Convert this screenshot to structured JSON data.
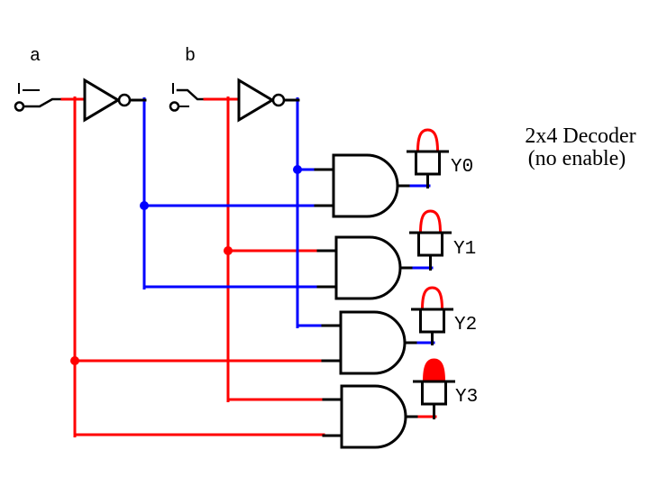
{
  "title": {
    "line1": "2x4 Decoder",
    "line2": "(no enable)"
  },
  "colors": {
    "logic_high": "#ff0000",
    "logic_low": "#0000ff",
    "outline": "#000000",
    "background": "#ffffff",
    "led_on": "#ff0000",
    "led_off": "#ffffff"
  },
  "inputs": [
    {
      "label": "a",
      "state": "1",
      "wire_color": "#ff0000"
    },
    {
      "label": "b",
      "state": "1",
      "wire_color": "#ff0000"
    }
  ],
  "outputs": [
    {
      "label": "Y0",
      "state": "0",
      "led": "off",
      "led_fill": "#ffffff",
      "wire_color": "#0000ff"
    },
    {
      "label": "Y1",
      "state": "0",
      "led": "off",
      "led_fill": "#ffffff",
      "wire_color": "#0000ff"
    },
    {
      "label": "Y2",
      "state": "0",
      "led": "off",
      "led_fill": "#ffffff",
      "wire_color": "#0000ff"
    },
    {
      "label": "Y3",
      "state": "1",
      "led": "on",
      "led_fill": "#ff0000",
      "wire_color": "#ff0000"
    }
  ]
}
